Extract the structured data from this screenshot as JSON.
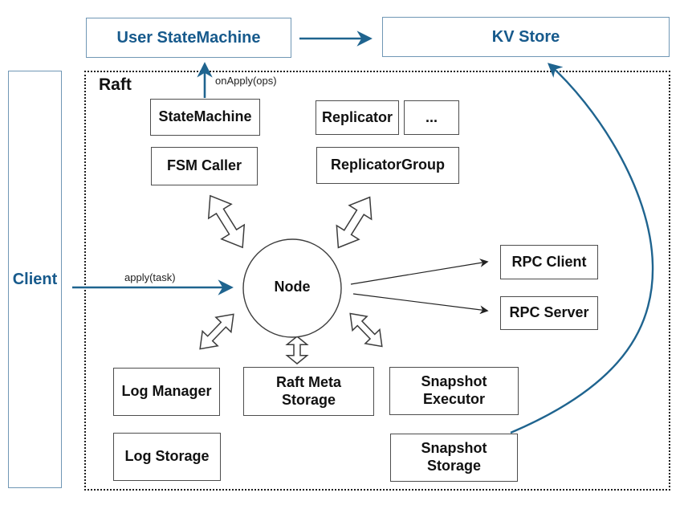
{
  "colors": {
    "accent_blue": "#1f648f",
    "blue_text": "#175a8c",
    "blue_border": "#7097b5",
    "box_border": "#4d4d4d",
    "dashed_border": "#1f1f1f"
  },
  "external": {
    "user_state_machine": "User StateMachine",
    "kv_store": "KV Store",
    "client": "Client"
  },
  "raft": {
    "label": "Raft",
    "components": {
      "state_machine": "StateMachine",
      "replicator": "Replicator",
      "replicator_more": "...",
      "fsm_caller": "FSM Caller",
      "replicator_group": "ReplicatorGroup",
      "node": "Node",
      "rpc_client": "RPC Client",
      "rpc_server": "RPC Server",
      "log_manager": "Log Manager",
      "raft_meta_storage": "Raft Meta\nStorage",
      "snapshot_executor": "Snapshot\nExecutor",
      "log_storage": "Log Storage",
      "snapshot_storage": "Snapshot\nStorage"
    },
    "edges": {
      "on_apply": "onApply(ops)",
      "apply_task": "apply(task)"
    }
  }
}
